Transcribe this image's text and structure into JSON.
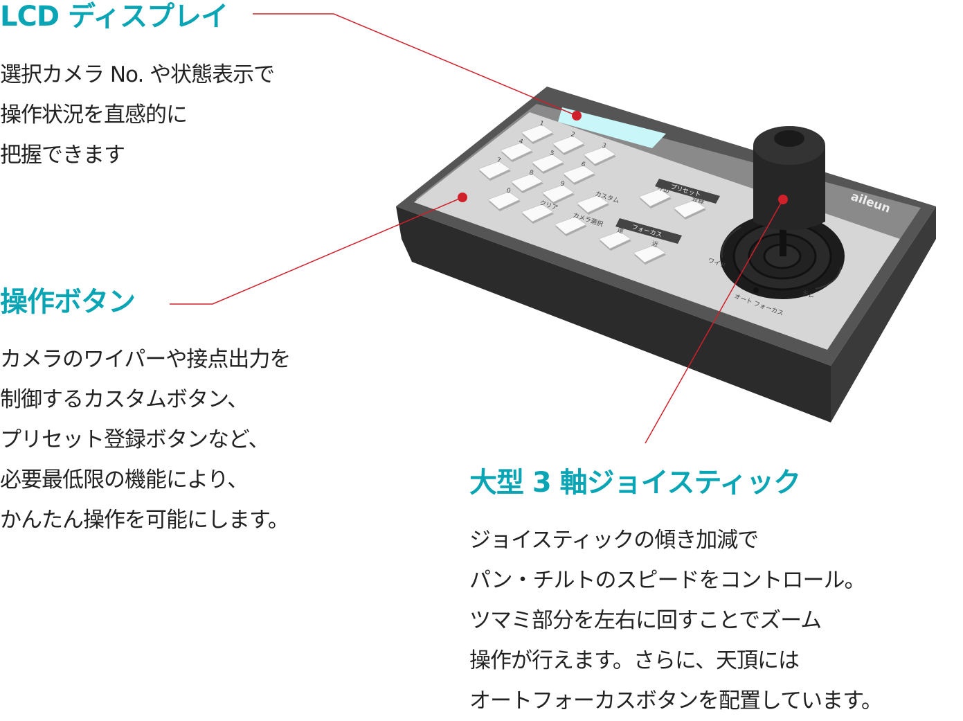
{
  "colors": {
    "accent": "#0aa5b5",
    "callout_line": "#d0202a",
    "callout_dot": "#d0202a",
    "lcd": "#c9f6f8"
  },
  "sections": {
    "lcd": {
      "title": "LCD ディスプレイ",
      "lines": [
        "選択カメラ No. や状態表示で",
        "操作状況を直感的に",
        "把握できます"
      ]
    },
    "buttons": {
      "title": "操作ボタン",
      "lines": [
        "カメラのワイパーや接点出力を",
        "制御するカスタムボタン、",
        "プリセット登録ボタンなど、",
        "必要最低限の機能により、",
        "かんたん操作を可能にします。"
      ]
    },
    "joystick": {
      "title": "大型 3 軸ジョイスティック",
      "lines": [
        "ジョイスティックの傾き加減で",
        "パン・チルトのスピードをコントロール。",
        "ツマミ部分を左右に回すことでズーム",
        "操作が行えます。さらに、天頂には",
        "オートフォーカスボタンを配置しています。"
      ]
    }
  },
  "device": {
    "brand": "aileun",
    "keys": [
      "1",
      "2",
      "3",
      "4",
      "5",
      "6",
      "7",
      "8",
      "9",
      "0",
      "クリア",
      "カスタム",
      "カメラ選択"
    ],
    "preset_label": "プリセット",
    "preset_keys": [
      "呼出",
      "登録"
    ],
    "focus_label": "フォーカス",
    "focus_keys": [
      "遠",
      "近"
    ],
    "zoom_wide": "ワイド",
    "zoom_tele": "テレ",
    "autofocus": "オート フォーカス"
  }
}
